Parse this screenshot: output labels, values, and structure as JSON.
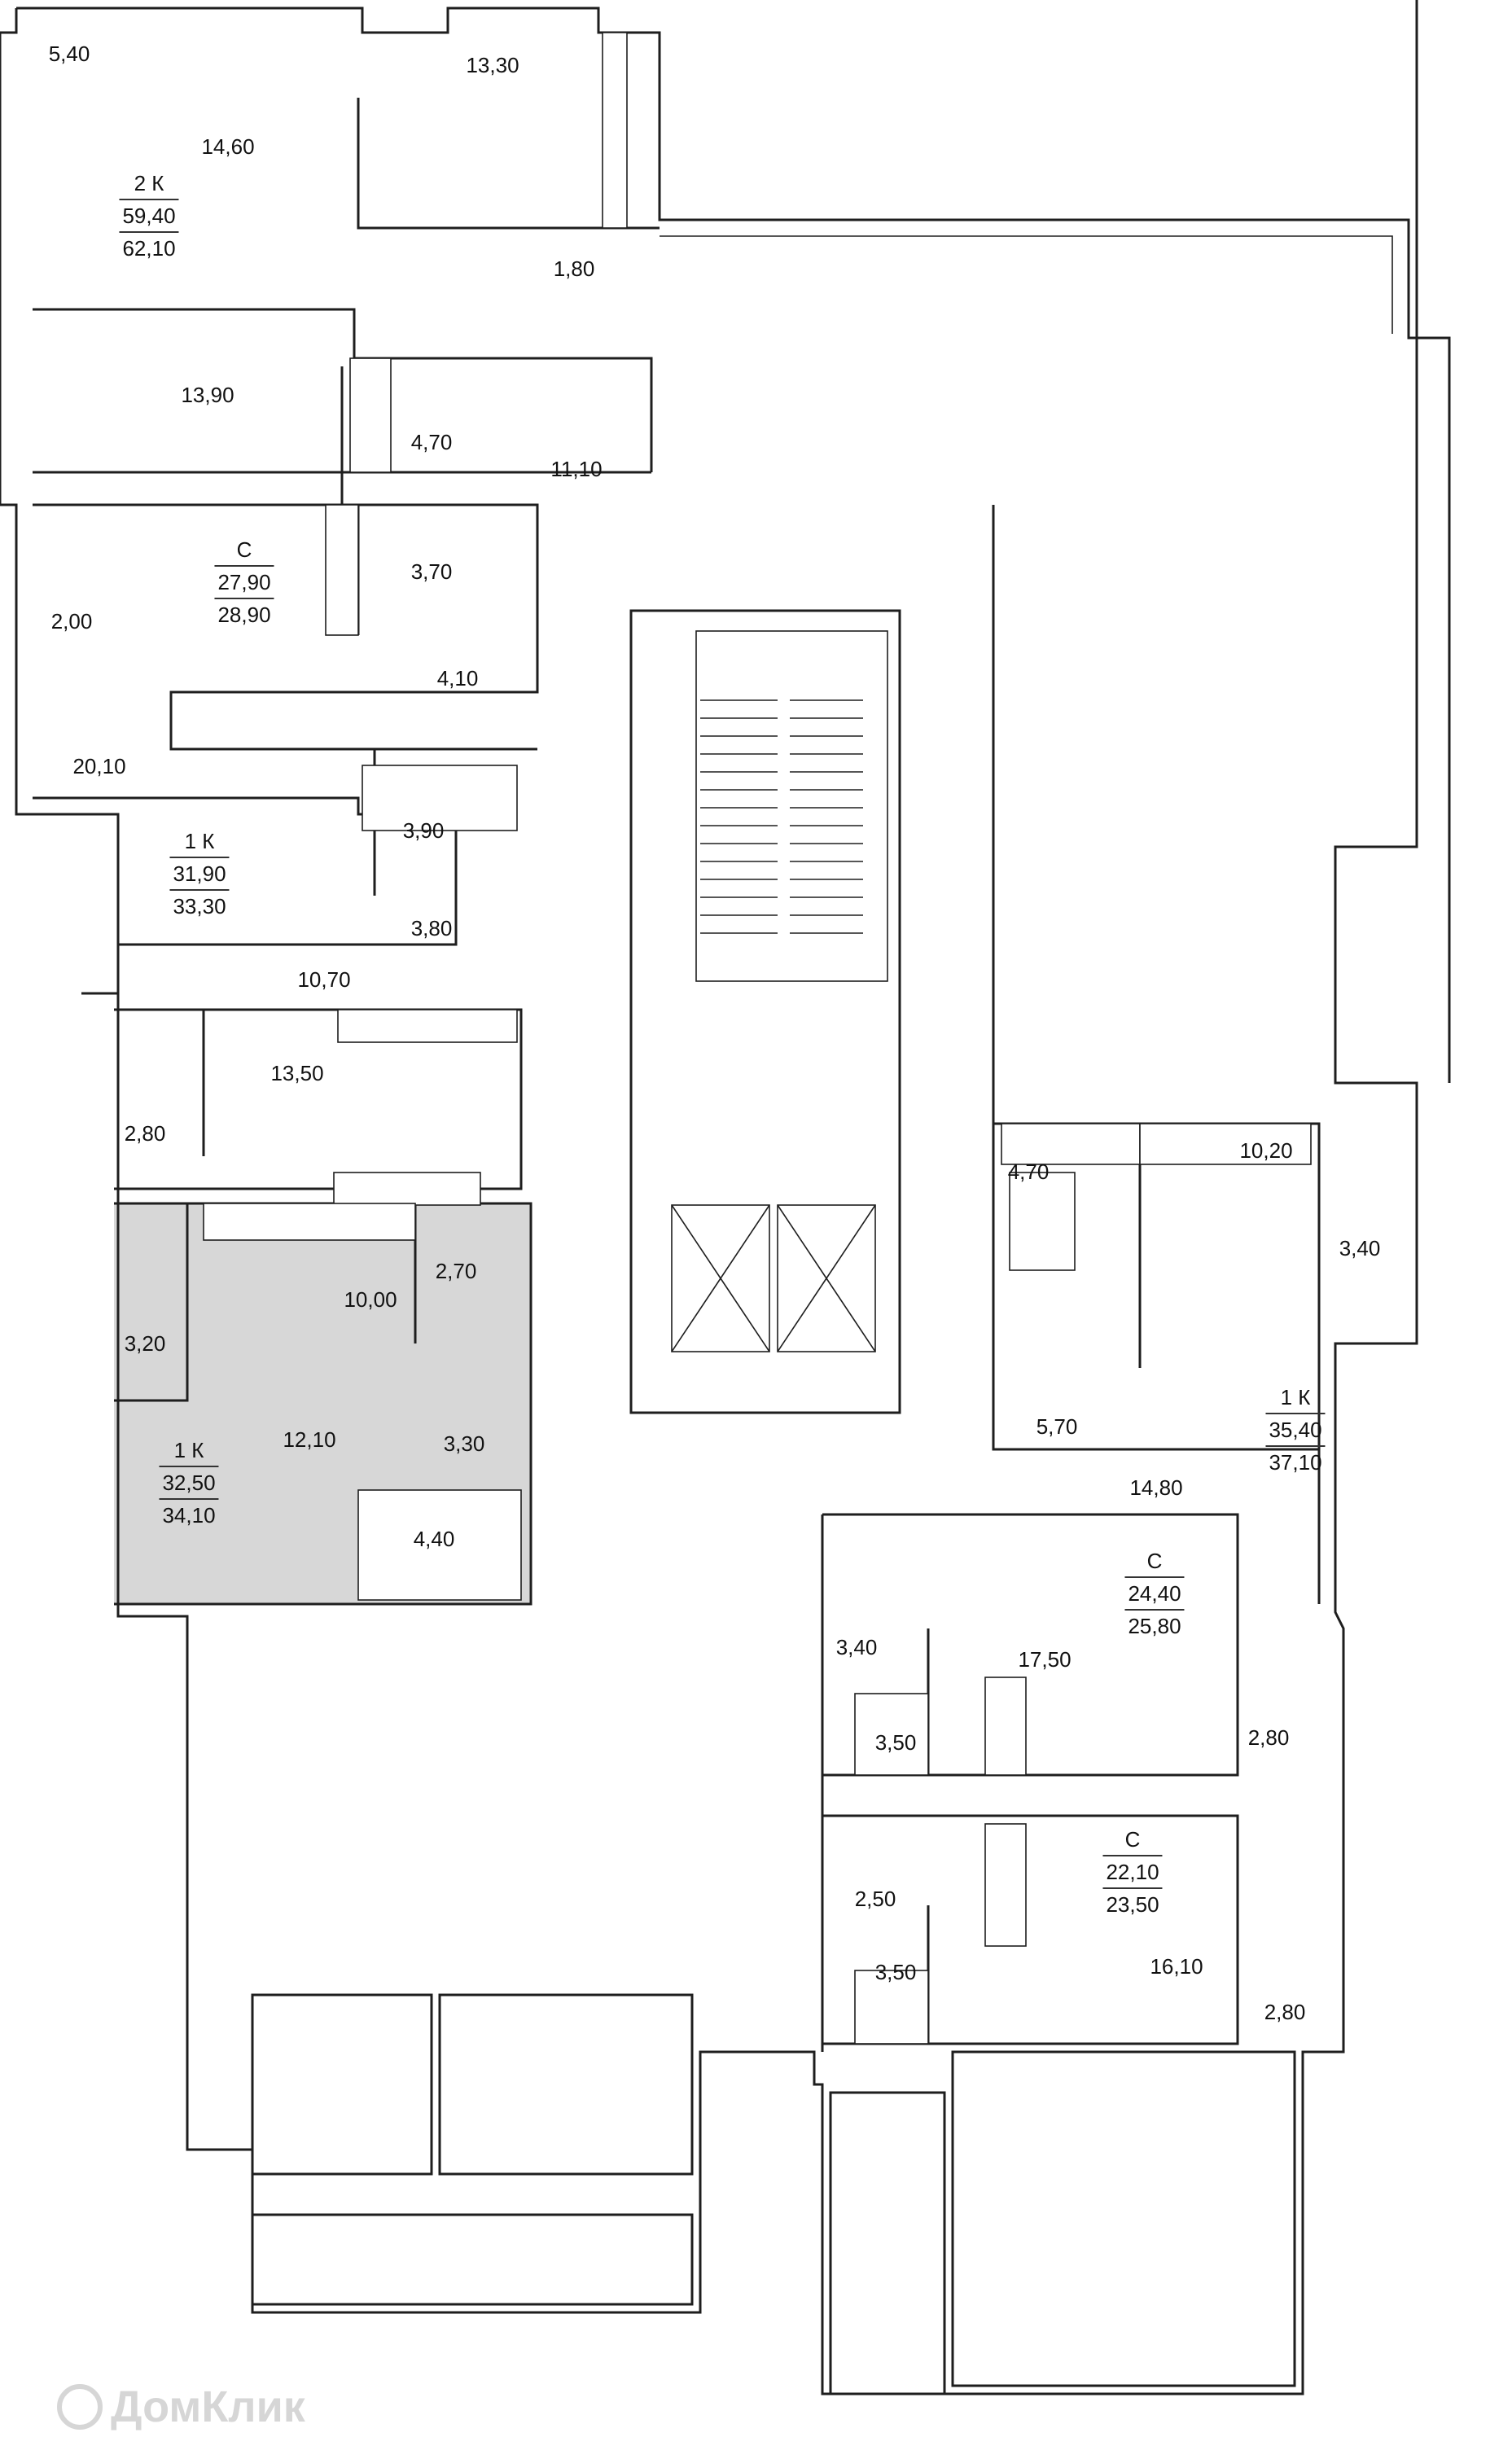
{
  "rooms": [
    {
      "area": "5,40"
    },
    {
      "area": "13,30"
    },
    {
      "area": "14,60"
    },
    {
      "area": "1,80"
    },
    {
      "area": "13,90"
    },
    {
      "area": "4,70"
    },
    {
      "area": "11,10"
    },
    {
      "area": "3,70"
    },
    {
      "area": "2,00"
    },
    {
      "area": "4,10"
    },
    {
      "area": "20,10"
    },
    {
      "area": "3,90"
    },
    {
      "area": "3,80"
    },
    {
      "area": "10,70"
    },
    {
      "area": "2,80"
    },
    {
      "area": "13,50"
    },
    {
      "area": "10,00"
    },
    {
      "area": "2,70"
    },
    {
      "area": "3,20"
    },
    {
      "area": "12,10"
    },
    {
      "area": "3,30"
    },
    {
      "area": "4,40"
    },
    {
      "area": "4,70"
    },
    {
      "area": "10,20"
    },
    {
      "area": "3,40"
    },
    {
      "area": "5,70"
    },
    {
      "area": "14,80"
    },
    {
      "area": "3,40"
    },
    {
      "area": "17,50"
    },
    {
      "area": "3,50"
    },
    {
      "area": "2,80"
    },
    {
      "area": "2,50"
    },
    {
      "area": "3,50"
    },
    {
      "area": "16,10"
    },
    {
      "area": "2,80"
    }
  ],
  "apartments": [
    {
      "type": "2 К",
      "living": "59,40",
      "total": "62,10"
    },
    {
      "type": "С",
      "living": "27,90",
      "total": "28,90"
    },
    {
      "type": "1 К",
      "living": "31,90",
      "total": "33,30"
    },
    {
      "type": "1 К",
      "living": "32,50",
      "total": "34,10",
      "highlighted": true
    },
    {
      "type": "1 К",
      "living": "35,40",
      "total": "37,10"
    },
    {
      "type": "С",
      "living": "24,40",
      "total": "25,80"
    },
    {
      "type": "С",
      "living": "22,10",
      "total": "23,50"
    }
  ],
  "watermark": {
    "text": "ДомКлик"
  },
  "colors": {
    "walls": "#1e1e1e",
    "highlight": "#d7d7d7",
    "watermark": "#d6d6d6"
  }
}
